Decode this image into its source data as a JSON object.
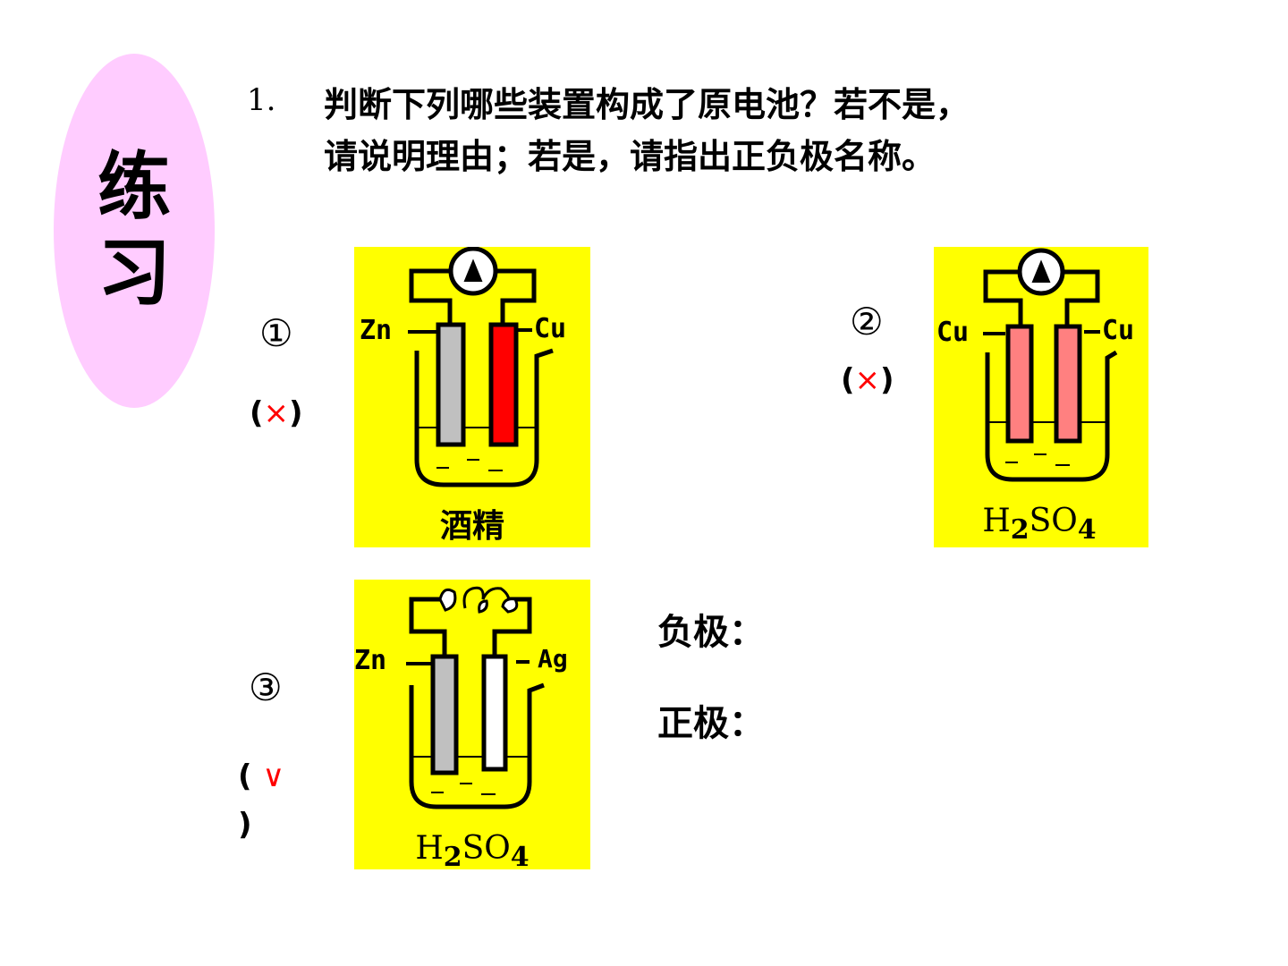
{
  "colors": {
    "panel_bg": "#ffff00",
    "badge_bg": "#ffccff",
    "zinc": "#c0c0c0",
    "copper_red": "#ff0000",
    "copper_pink": "#ff8080",
    "silver": "#ffffff",
    "mark_red": "#ff0000"
  },
  "badge": {
    "text": "练习"
  },
  "question": {
    "number": "1.",
    "line1": "判断下列哪些装置构成了原电池？若不是，",
    "line2": "请说明理由；若是，请指出正负极名称。"
  },
  "items": [
    {
      "index": "①",
      "mark_open": "(",
      "mark": "×",
      "mark_close": ")",
      "left_electrode": "Zn",
      "right_electrode": "Cu",
      "meter_icon": "ammeter-icon",
      "solution": "酒精"
    },
    {
      "index": "②",
      "mark_open": "(",
      "mark": "×",
      "mark_close": ")",
      "left_electrode": "Cu",
      "right_electrode": "Cu",
      "meter_icon": "ammeter-icon",
      "solution_main": "H",
      "solution_sub1": "2",
      "solution_mid": "SO",
      "solution_sub2": "4"
    },
    {
      "index": "③",
      "mark_open": "(",
      "mark": "∨",
      "mark_close": ")",
      "left_electrode": "Zn",
      "right_electrode": "Ag",
      "meter_icon": "bulb-icon",
      "solution_main": "H",
      "solution_sub1": "2",
      "solution_mid": "SO",
      "solution_sub2": "4"
    }
  ],
  "answers": {
    "negative_label": "负极：",
    "positive_label": "正极："
  }
}
